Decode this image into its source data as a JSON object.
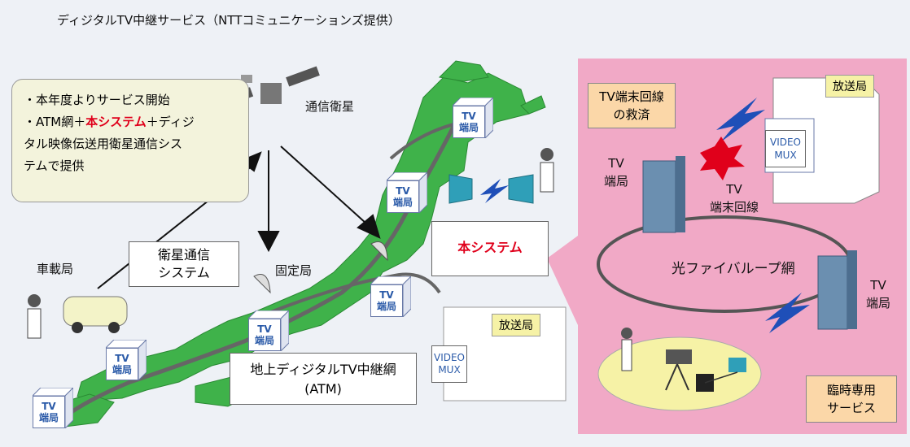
{
  "title": "ディジタルTV中継サービス（NTTコミュニケーションズ提供）",
  "info_box": {
    "line1": "・本年度よりサービス開始",
    "line2_prefix": "・ATM網＋",
    "line2_red": "本システム",
    "line2_suffix": "＋ディジ",
    "line3": "タル映像伝送用衛星通信シス",
    "line4": "テムで提供"
  },
  "labels": {
    "satellite": "通信衛星",
    "mobile_station": "車載局",
    "fixed_station": "固定局",
    "satellite_system_l1": "衛星通信",
    "satellite_system_l2": "システム",
    "this_system": "本システム",
    "atm_l1": "地上ディジタルTV中継網",
    "atm_l2": "(ATM)",
    "broadcast_left": "放送局",
    "broadcast_right": "放送局",
    "video_mux_left_l1": "VIDEO",
    "video_mux_left_l2": "MUX",
    "video_mux_right_l1": "VIDEO",
    "video_mux_right_l2": "MUX",
    "tv_rescue_l1": "TV端末回線",
    "tv_rescue_l2": "の救済",
    "tv_station_right_upper_l1": "TV",
    "tv_station_right_upper_l2": "端局",
    "tv_terminal_line_l1": "TV",
    "tv_terminal_line_l2": "端末回線",
    "fiber_loop": "光ファイバループ網",
    "tv_station_right_lower_l1": "TV",
    "tv_station_right_lower_l2": "端局",
    "temp_service_l1": "臨時専用",
    "temp_service_l2": "サービス"
  },
  "tv_cube": {
    "l1": "TV",
    "l2": "端局"
  },
  "colors": {
    "pink_panel": "#f1a9c6",
    "land": "#3fb24a",
    "info_bg": "#f3f3dc",
    "red": "#e0001b",
    "cube_text": "#2a5aa8",
    "callout": "#fbd7a8"
  }
}
